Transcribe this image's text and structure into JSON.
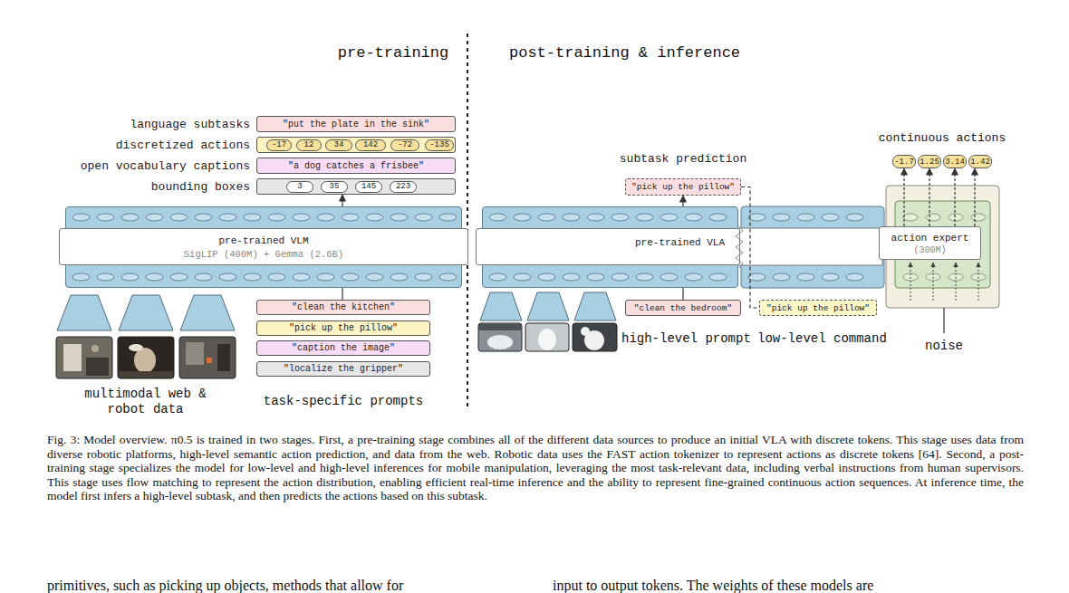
{
  "diagram": {
    "caption": "Fig. 3: Model overview. π0.5 is trained in two stages. First, a pre-training stage combines all of the different data sources to produce an initial VLA with discrete tokens. This stage uses data from diverse robotic platforms, high-level semantic action prediction, and data from the web. Robotic data uses the FAST action tokenizer to represent actions as discrete tokens [64]. Second, a post-training stage specializes the model for low-level and high-level inferences for mobile manipulation, leveraging the most task-relevant data, including verbal instructions from human supervisors. This stage uses flow matching to represent the action distribution, enabling efficient real-time inference and the ability to represent fine-grained continuous action sequences. At inference time, the model first infers a high-level subtask, and then predicts the actions based on this subtask.",
    "nodes": [
      {
        "text": [
          "language subtasks",
          "\"put the plate in the sink\""
        ]
      },
      {
        "text": [
          "discretized actions"
        ]
      },
      {
        "text": [
          "-17"
        ],
        "in": 1
      },
      {
        "text": [
          "12"
        ],
        "in": 1
      },
      {
        "text": [
          "34"
        ],
        "in": 1
      },
      {
        "text": [
          "142"
        ],
        "in": 1
      },
      {
        "text": [
          "-72"
        ],
        "in": 1
      },
      {
        "text": [
          "-135"
        ],
        "in": 1
      },
      {
        "text": [
          "open vocabulary captions",
          "\"a dog catches a frisbee\""
        ]
      },
      {
        "text": [
          "bounding boxes"
        ]
      },
      {
        "text": [
          "3"
        ],
        "in": 9
      },
      {
        "text": [
          "35"
        ],
        "in": 9
      },
      {
        "text": [
          "145"
        ],
        "in": 9
      },
      {
        "text": [
          "223"
        ],
        "in": 9
      },
      {
        "text": [
          "pre-trained VLM",
          "SigLIP (400M) + Gemma (2.6B)"
        ]
      },
      {
        "text": [
          "\"clean the kitchen\""
        ]
      },
      {
        "text": [
          "\"pick up the pillow\""
        ]
      },
      {
        "text": [
          "\"caption the image\""
        ]
      },
      {
        "text": [
          "\"localize the gripper\""
        ]
      },
      {
        "text": [
          "-1.7"
        ]
      },
      {
        "text": [
          "1.25"
        ]
      },
      {
        "text": [
          "3.14"
        ]
      },
      {
        "text": [
          "1.42"
        ]
      },
      {
        "text": [
          "subtask prediction",
          "\"pick up the pillow\""
        ]
      },
      {
        "text": [
          "pre-trained VLA"
        ]
      },
      {
        "text": [
          "action expert",
          "(300M)"
        ]
      },
      {
        "text": [
          "\"clean the bedroom\""
        ]
      },
      {
        "text": [
          "\"pick up the pillow\""
        ]
      }
    ],
    "edges": [
      {
        "from": 15,
        "to": 14,
        "arrow": "none"
      },
      {
        "from": 14,
        "to": 9,
        "arrow": "to"
      },
      {
        "from": 24,
        "to": 23,
        "arrow": "to"
      },
      {
        "from": 23,
        "to": 27,
        "arrow": "none"
      },
      {
        "from": 26,
        "to": 24,
        "arrow": "none"
      },
      {
        "from": 25,
        "to": 19,
        "arrow": "to"
      },
      {
        "from": 25,
        "to": 20,
        "arrow": "to"
      },
      {
        "from": 25,
        "to": 21,
        "arrow": "to"
      },
      {
        "from": 25,
        "to": 22,
        "arrow": "to"
      }
    ],
    "labels": [
      "pre-training",
      "post-training & inference",
      "multimodal web & robot data",
      "task-specific prompts",
      "continuous actions",
      "high-level prompt",
      "low-level command",
      "noise",
      "primitives, such as picking up objects, methods that allow for",
      "input to output tokens. The weights of these models are"
    ]
  }
}
